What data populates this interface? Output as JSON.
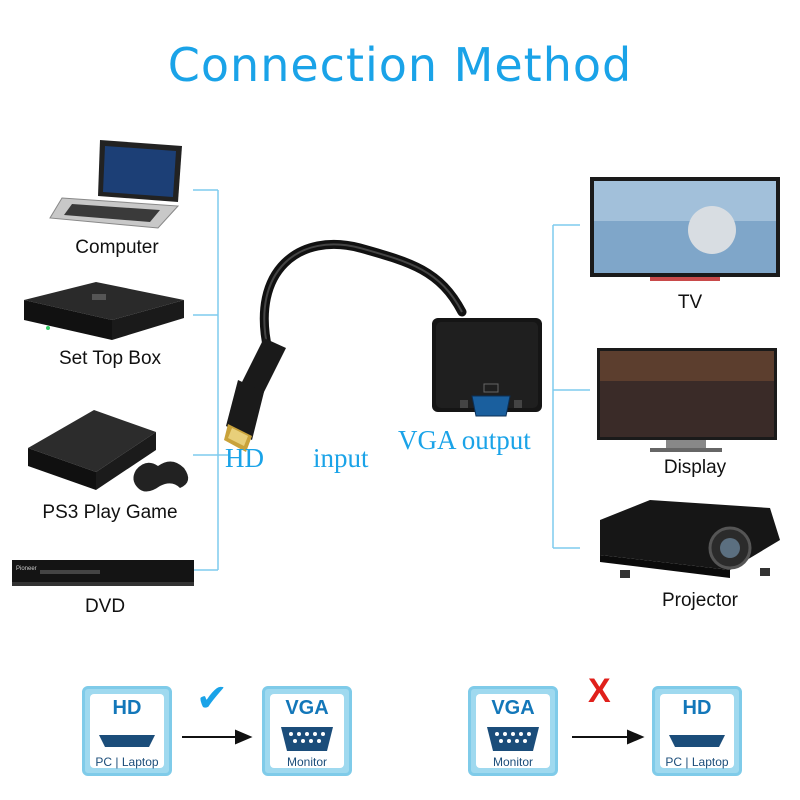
{
  "title": "Connection Method",
  "left_devices": [
    {
      "label": "Computer"
    },
    {
      "label": "Set Top Box"
    },
    {
      "label": "PS3 Play Game"
    },
    {
      "label": "DVD"
    }
  ],
  "right_devices": [
    {
      "label": "TV"
    },
    {
      "label": "Display"
    },
    {
      "label": "Projector"
    }
  ],
  "adapter": {
    "input_port": "HD",
    "input_word": "input",
    "output_label": "VGA output"
  },
  "compat": {
    "correct": {
      "from_title": "HD",
      "from_sub": "PC | Laptop",
      "to_title": "VGA",
      "to_sub": "Monitor",
      "mark": "✔"
    },
    "wrong": {
      "from_title": "VGA",
      "from_sub": "Monitor",
      "to_title": "HD",
      "to_sub": "PC | Laptop",
      "mark": "X"
    }
  },
  "colors": {
    "accent": "#1aa3e8",
    "line": "#7ecbee",
    "wrong": "#e0201b"
  }
}
